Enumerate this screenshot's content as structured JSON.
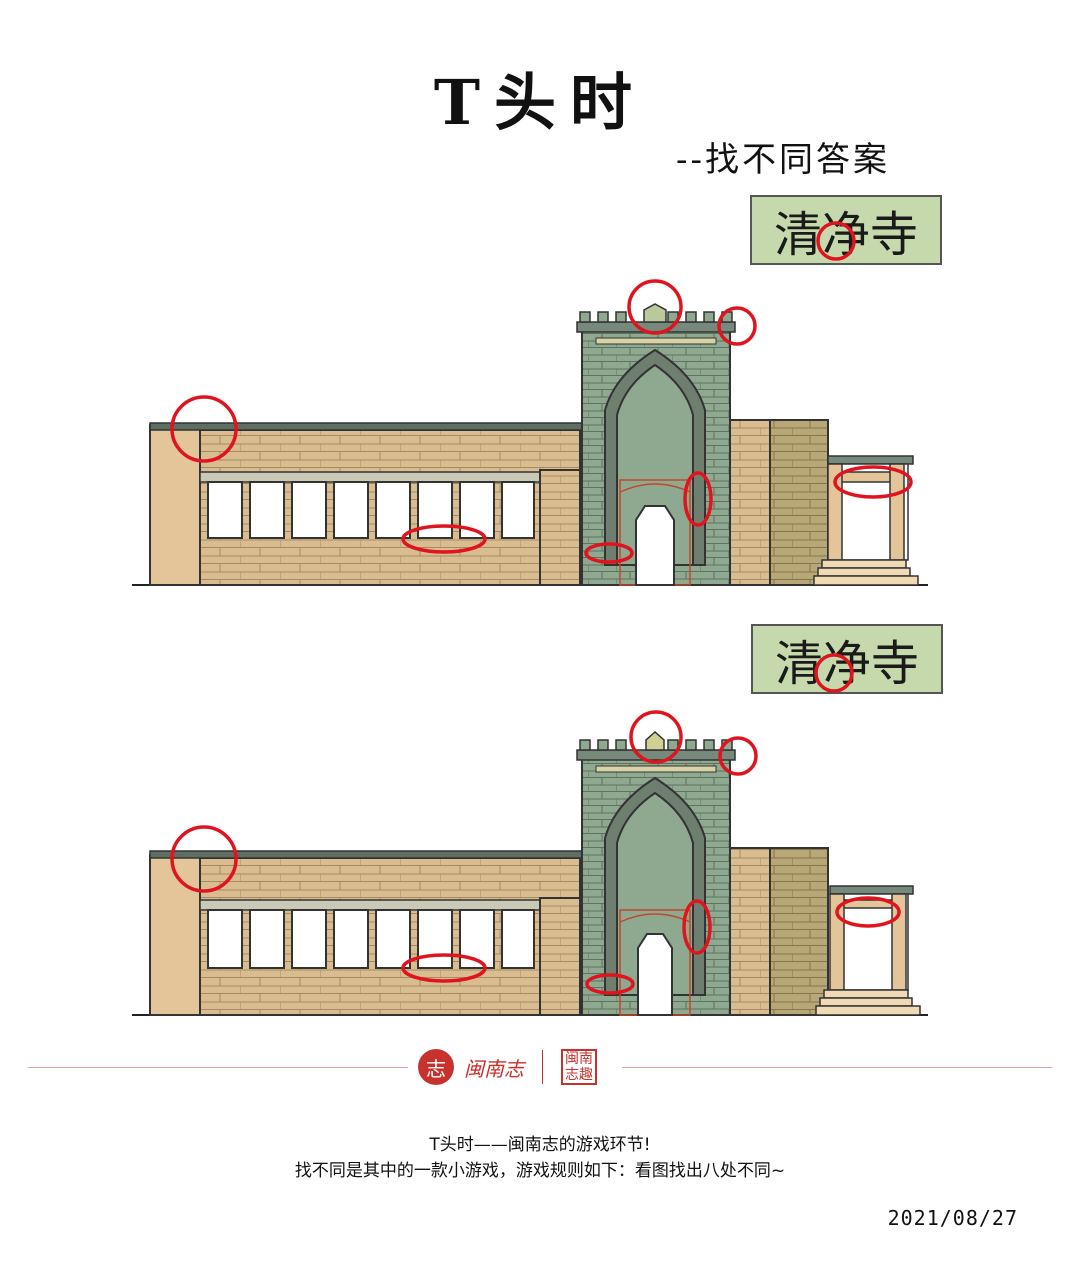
{
  "header": {
    "title": "T头时",
    "subtitle": "--找不同答案"
  },
  "sign": {
    "text": "清净寺"
  },
  "puzzle": {
    "differences_count": 8
  },
  "brand": {
    "logo_char": "志",
    "name": "闽南志",
    "seal_text": "闽南志趣"
  },
  "footer": {
    "line1": "T头时——闽南志的游戏环节!",
    "line2": "找不同是其中的一款小游戏，游戏规则如下：看图找出八处不同~",
    "date": "2021/08/27"
  },
  "colors": {
    "highlight_circle": "#e0141e",
    "stone_green": "#8fa890",
    "brick_tan": "#d9bd91",
    "sign_bg": "#c6d9ad",
    "brand_red": "#c8322c"
  }
}
